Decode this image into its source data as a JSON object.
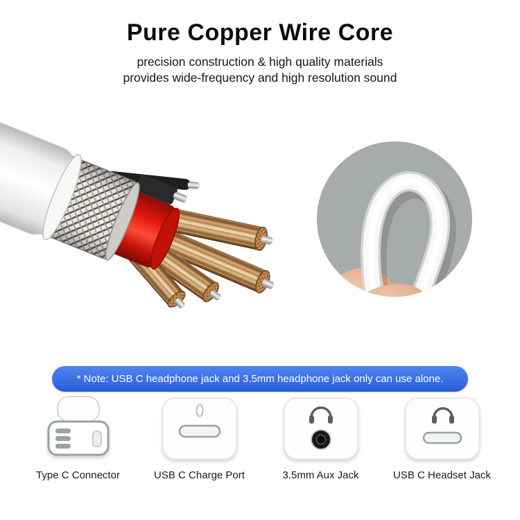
{
  "header": {
    "title": "Pure Copper Wire Core",
    "subtitle_line1": "precision construction & high quality materials",
    "subtitle_line2": "provides wide-frequency and high resolution sound"
  },
  "note": {
    "text": "* Note: USB C headphone jack and 3.5mm headphone jack only can use alone."
  },
  "features": [
    {
      "label": "Type C Connector",
      "icon": "usb-c-plug-side-icon"
    },
    {
      "label": "USB C Charge Port",
      "icon": "usb-c-port-icon"
    },
    {
      "label": "3.5mm Aux Jack",
      "icon": "aux-jack-icon"
    },
    {
      "label": "USB C Headset Jack",
      "icon": "usb-c-headset-port-icon"
    }
  ],
  "illustrations": {
    "cable_cutaway": "cable cross-section: white jacket, braided shield, red inner sheath, copper wire strands",
    "cable_flex_inset": "fingers bending a flexible white cable loop"
  },
  "colors": {
    "note_bar_blue": "#2a5dd8",
    "copper_wire": "#c08a52",
    "inner_sheath_red": "#e11407",
    "inset_background": "#a8abac"
  }
}
